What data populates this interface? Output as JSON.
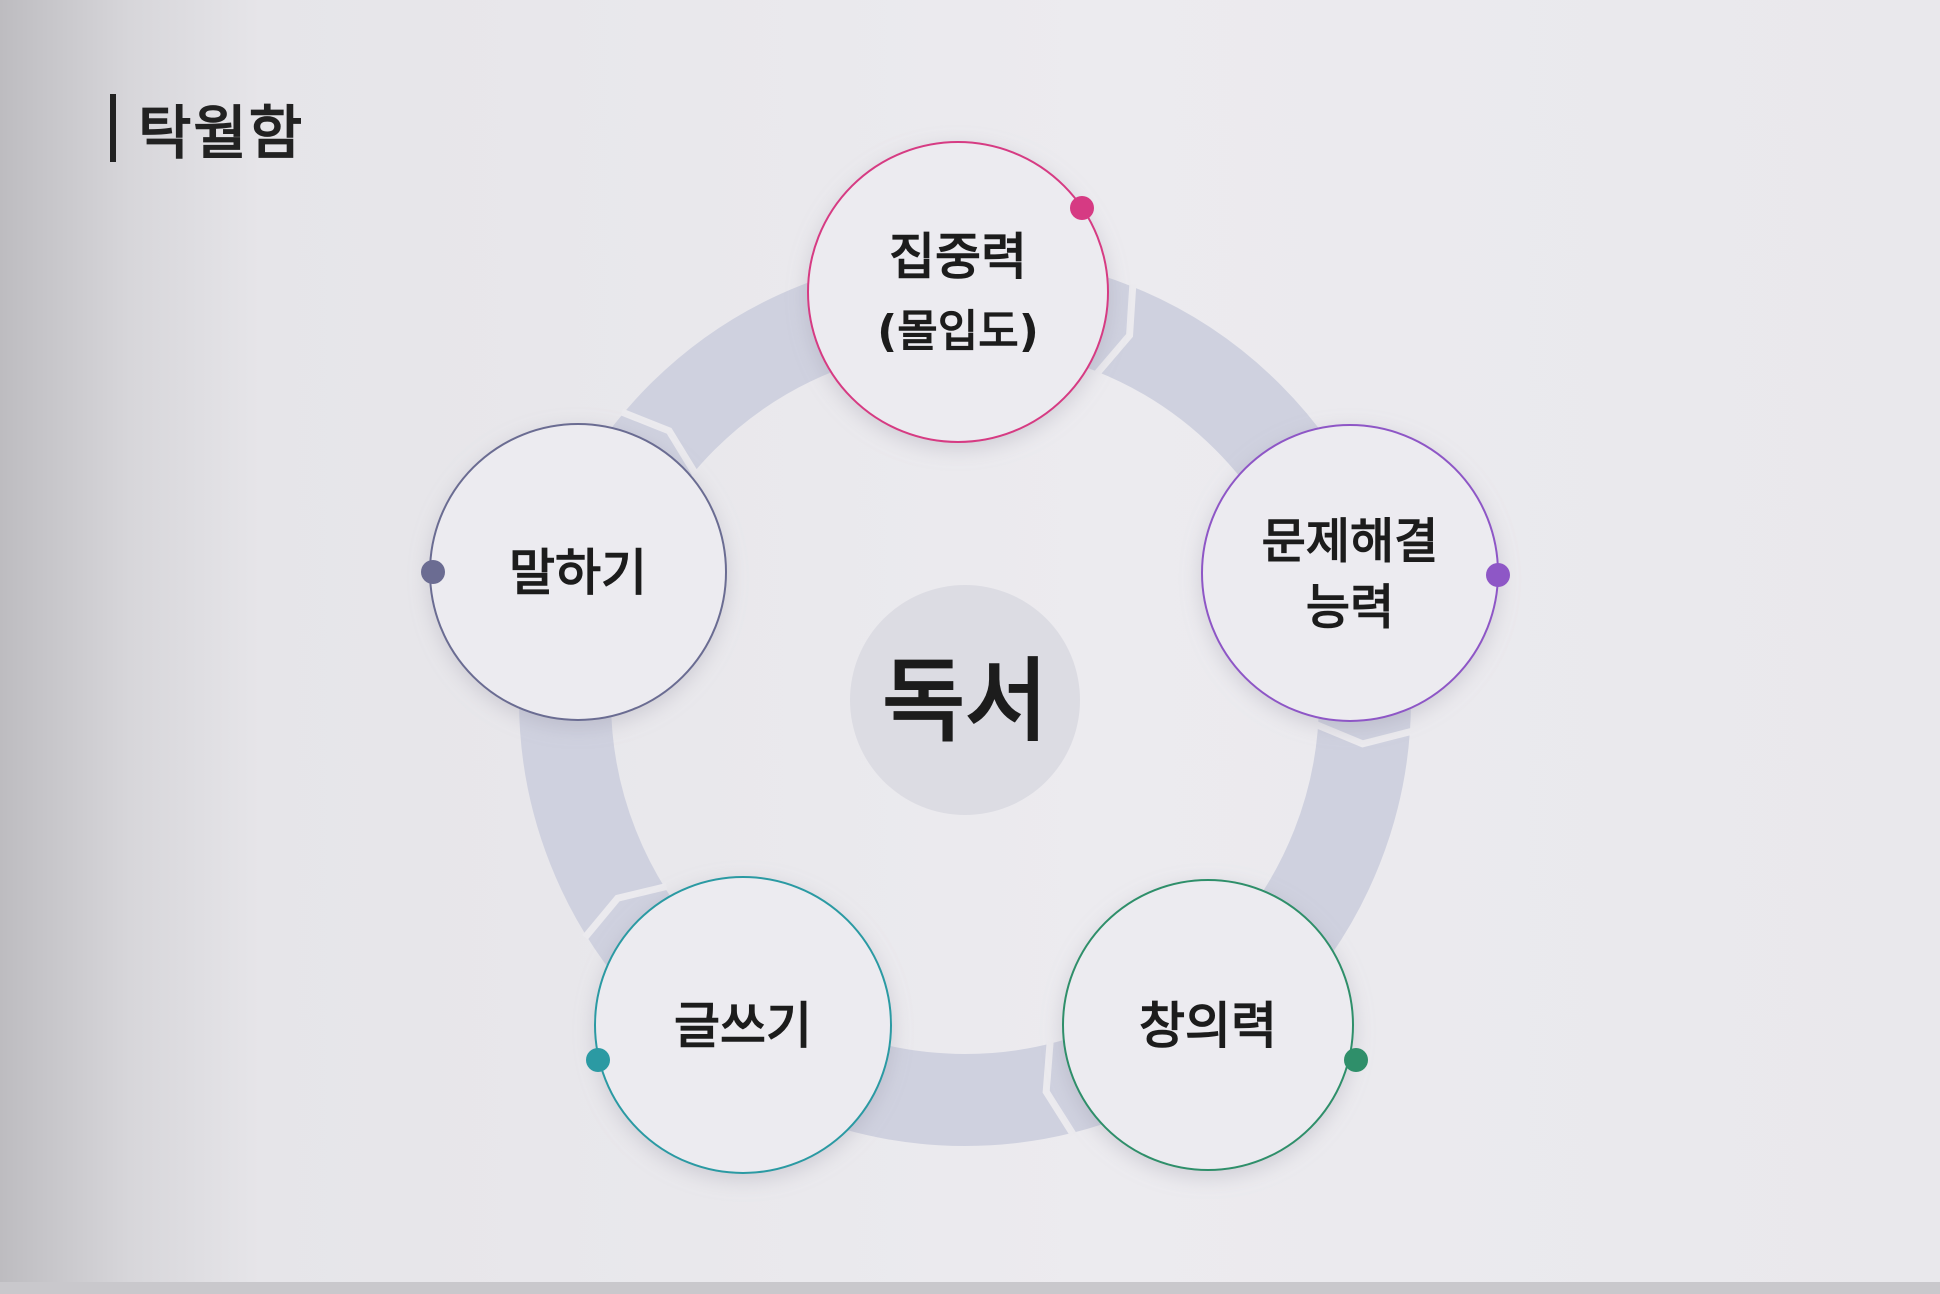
{
  "header": {
    "title": "탁월함"
  },
  "center": {
    "label": "독서"
  },
  "nodes": [
    {
      "label_lines": [
        "집중력",
        "(몰입도)"
      ],
      "accent": "#d63a83"
    },
    {
      "label_lines": [
        "문제해결",
        "능력"
      ],
      "accent": "#8e57c6"
    },
    {
      "label_lines": [
        "창의력"
      ],
      "accent": "#2f8f6a"
    },
    {
      "label_lines": [
        "글쓰기"
      ],
      "accent": "#2b9aa3"
    },
    {
      "label_lines": [
        "말하기"
      ],
      "accent": "#6b6c92"
    }
  ],
  "colors": {
    "ring": "#cfd1df",
    "center_bg": "#dcdce3",
    "node_fill": "#ecebf0"
  }
}
